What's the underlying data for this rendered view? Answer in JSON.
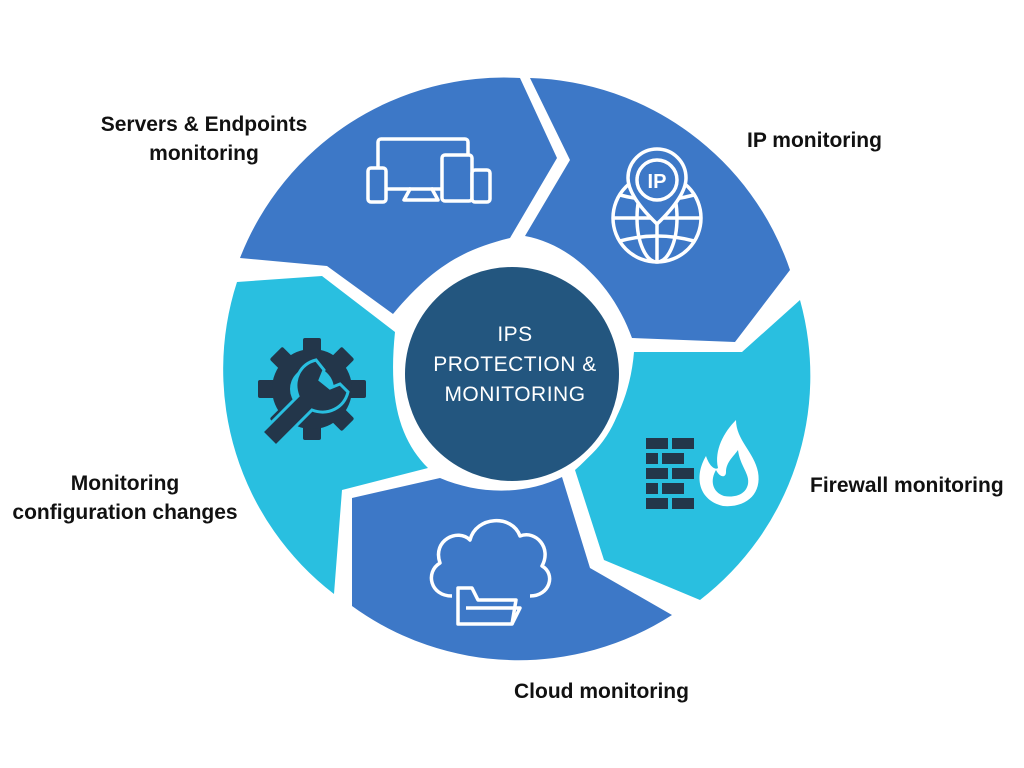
{
  "colors": {
    "dark_blue": "#3d78c7",
    "light_blue": "#29bfe0",
    "center": "#23567f",
    "icon_dark": "#23364a",
    "text": "#111111"
  },
  "center": {
    "line1": "IPS",
    "line2": "PROTECTION &",
    "line3": "MONITORING"
  },
  "segments": [
    {
      "label_line1": "Servers & Endpoints",
      "label_line2": "monitoring",
      "icon": "devices-icon",
      "color": "dark_blue"
    },
    {
      "label_line1": "IP monitoring",
      "label_line2": "",
      "icon": "ip-globe-icon",
      "color": "dark_blue"
    },
    {
      "label_line1": "Firewall monitoring",
      "label_line2": "",
      "icon": "firewall-icon",
      "color": "light_blue"
    },
    {
      "label_line1": "Cloud monitoring",
      "label_line2": "",
      "icon": "cloud-folder-icon",
      "color": "dark_blue"
    },
    {
      "label_line1": "Monitoring",
      "label_line2": "configuration changes",
      "icon": "gear-wrench-icon",
      "color": "light_blue"
    }
  ],
  "icon_text": {
    "ip": "IP"
  }
}
